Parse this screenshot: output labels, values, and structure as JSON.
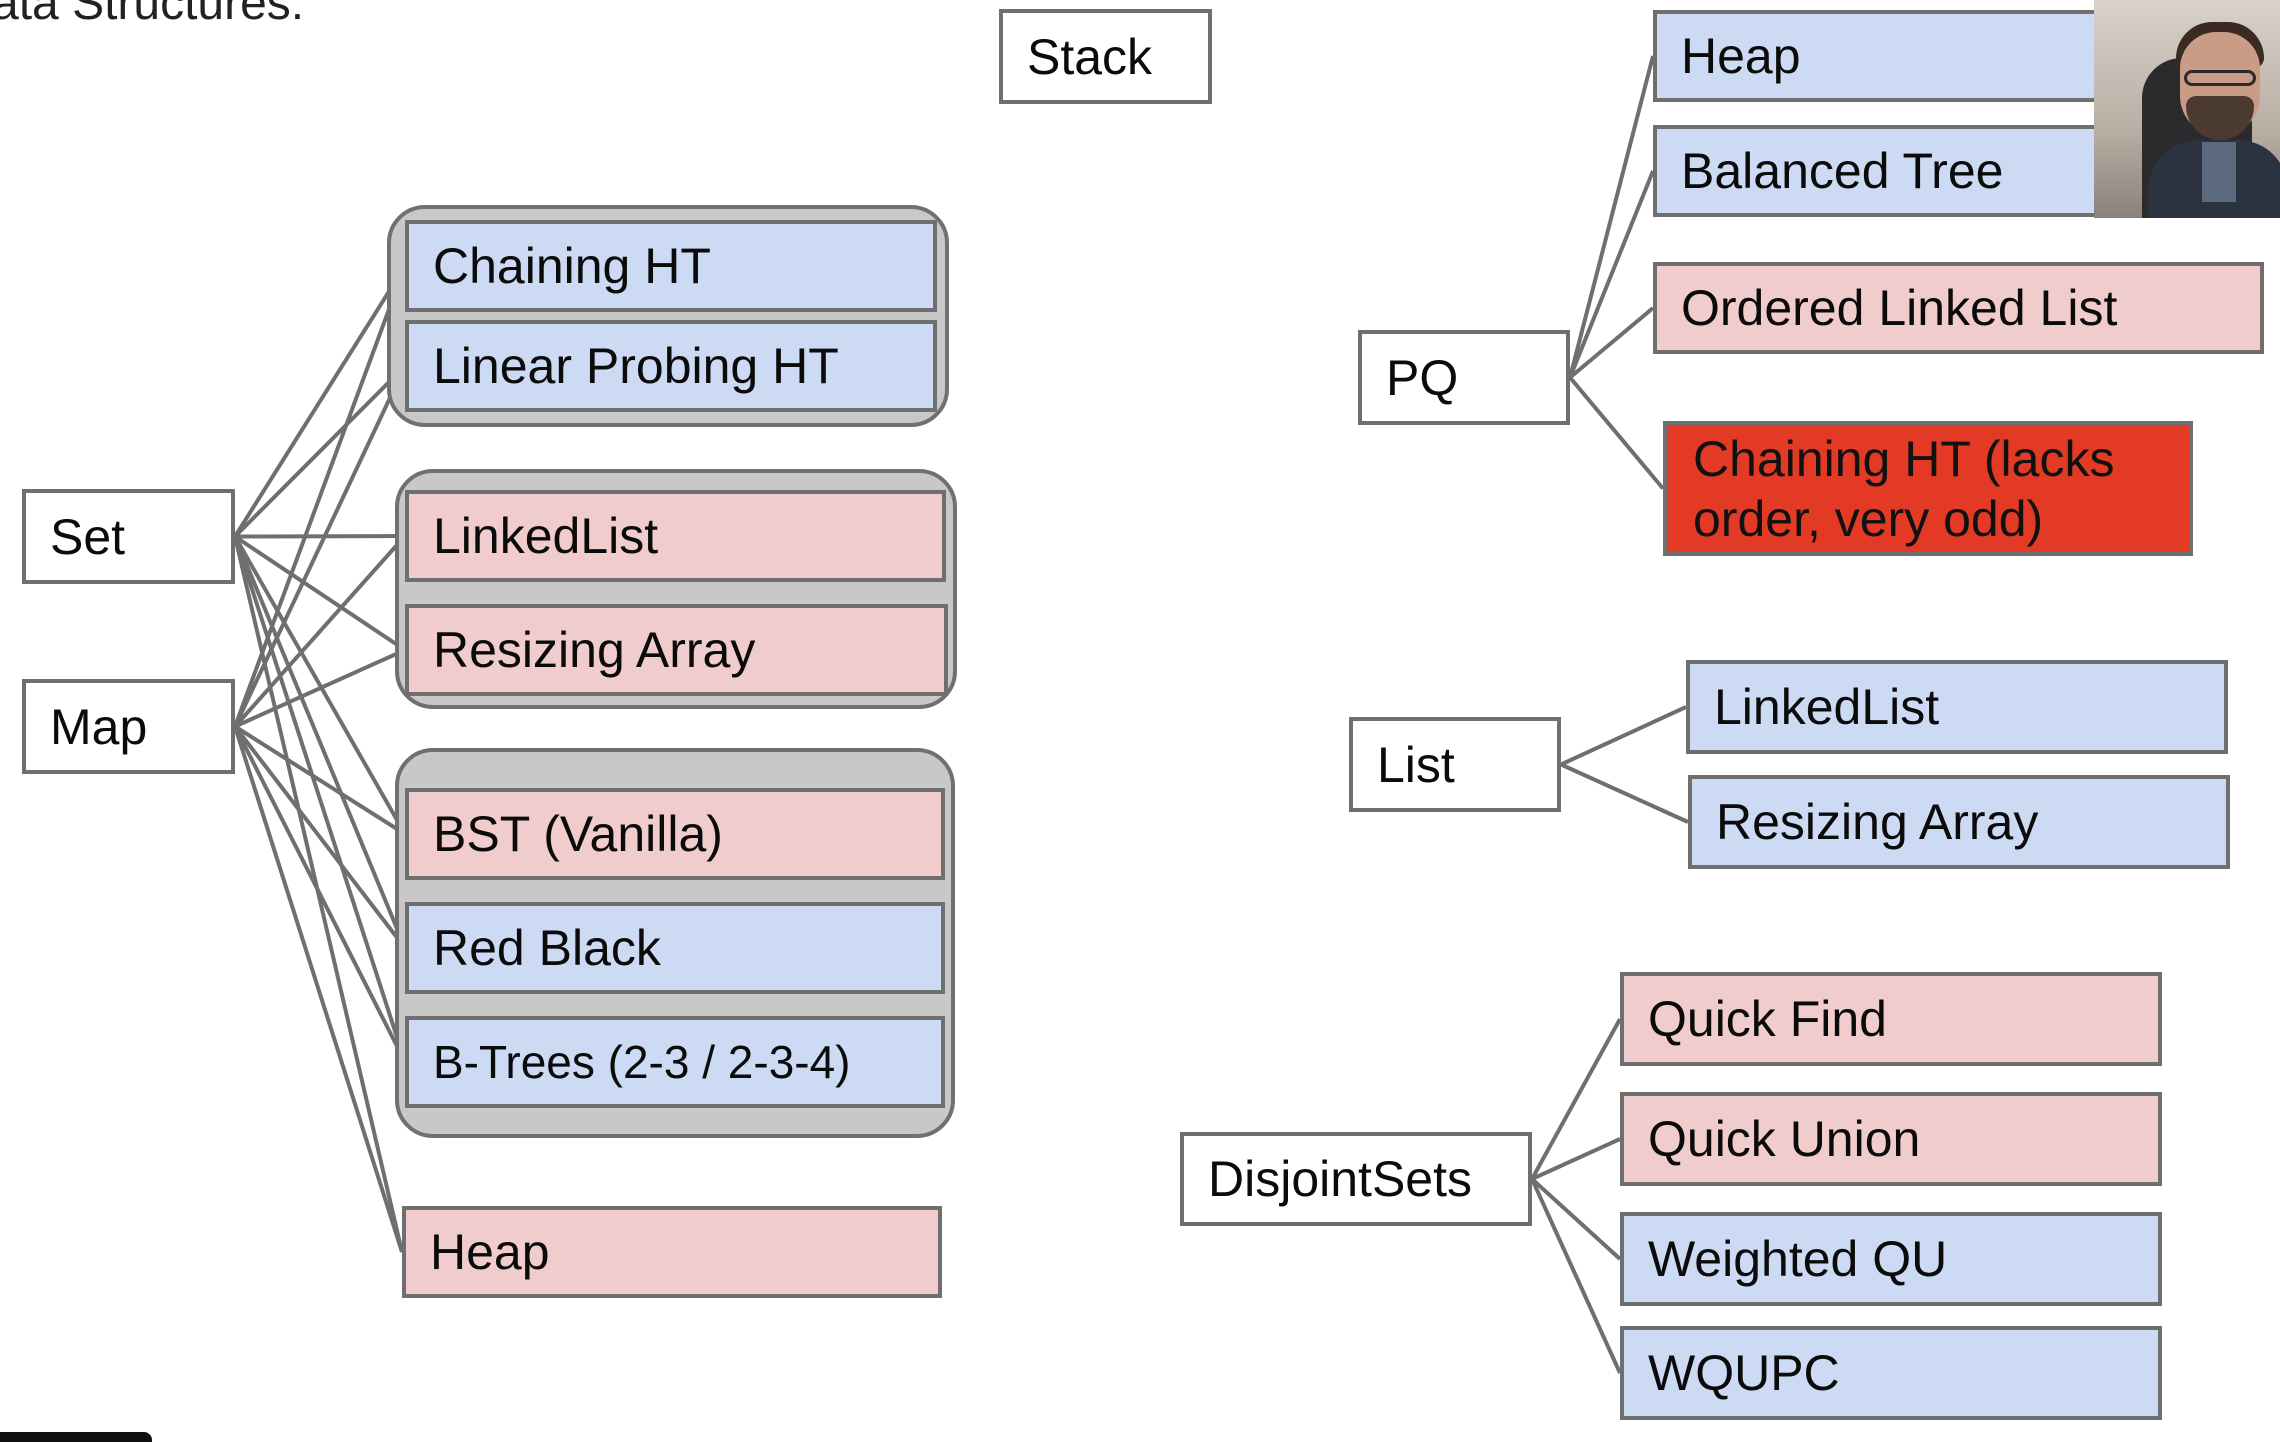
{
  "title_partial": "ata Structures:",
  "nodes": {
    "stack": "Stack",
    "set": "Set",
    "map": "Map",
    "pq": "PQ",
    "list": "List",
    "disjointsets": "DisjointSets",
    "chaining_ht": "Chaining HT",
    "linear_probing_ht": "Linear Probing HT",
    "linkedlist_left": "LinkedList",
    "resizing_array_left": "Resizing Array",
    "bst_vanilla": "BST (Vanilla)",
    "red_black": "Red Black",
    "b_trees": "B-Trees (2-3 / 2-3-4)",
    "heap_left": "Heap",
    "heap_pq": "Heap",
    "balanced_tree": "Balanced Tree",
    "ordered_linked_list": "Ordered Linked List",
    "chaining_ht_pq": "Chaining HT (lacks order, very odd)",
    "linkedlist_right": "LinkedList",
    "resizing_array_right": "Resizing Array",
    "quick_find": "Quick Find",
    "quick_union": "Quick Union",
    "weighted_qu": "Weighted QU",
    "wqupc": "WQUPC"
  },
  "legend_colors": {
    "efficient": "#ccdaf3",
    "inefficient": "#f1cccc",
    "inappropriate": "#e23a24",
    "group": "#c8c8c8",
    "edge": "#6f6f6f"
  },
  "edges": [
    [
      "set",
      "chaining_ht"
    ],
    [
      "set",
      "linear_probing_ht"
    ],
    [
      "set",
      "linkedlist_left"
    ],
    [
      "set",
      "resizing_array_left"
    ],
    [
      "set",
      "bst_vanilla"
    ],
    [
      "set",
      "red_black"
    ],
    [
      "set",
      "b_trees"
    ],
    [
      "set",
      "heap_left"
    ],
    [
      "map",
      "chaining_ht"
    ],
    [
      "map",
      "linear_probing_ht"
    ],
    [
      "map",
      "linkedlist_left"
    ],
    [
      "map",
      "resizing_array_left"
    ],
    [
      "map",
      "bst_vanilla"
    ],
    [
      "map",
      "red_black"
    ],
    [
      "map",
      "b_trees"
    ],
    [
      "map",
      "heap_left"
    ],
    [
      "pq",
      "heap_pq"
    ],
    [
      "pq",
      "balanced_tree"
    ],
    [
      "pq",
      "ordered_linked_list"
    ],
    [
      "pq",
      "chaining_ht_pq"
    ],
    [
      "list",
      "linkedlist_right"
    ],
    [
      "list",
      "resizing_array_right"
    ],
    [
      "disjointsets",
      "quick_find"
    ],
    [
      "disjointsets",
      "quick_union"
    ],
    [
      "disjointsets",
      "weighted_qu"
    ],
    [
      "disjointsets",
      "wqupc"
    ]
  ]
}
